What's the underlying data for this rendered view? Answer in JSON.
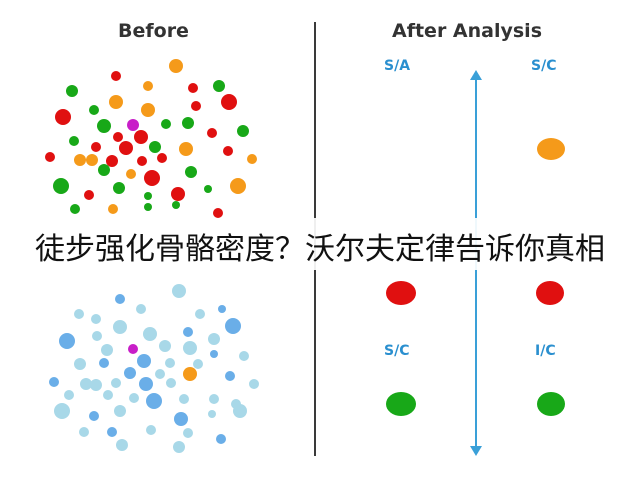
{
  "headings": {
    "before": "Before",
    "after": "After Analysis"
  },
  "quadrants": {
    "top_left_label": "S/A",
    "top_right_label": "S/C",
    "bottom_left_label": "S/C",
    "bottom_right_label": "I/C"
  },
  "overlay_caption": "徒步强化骨骼密度？沃尔夫定律告诉你真相",
  "colors": {
    "red": "#e01010",
    "green": "#18a818",
    "orange": "#f59a1a",
    "magenta": "#c81ec8",
    "light_blue": "#a8d8e8",
    "mid_blue": "#6aaee8",
    "axis_blue": "#3aa0d8"
  },
  "markers": {
    "top_right": "orange",
    "middle_left": "red",
    "middle_right": "red",
    "bottom_left": "green",
    "bottom_right": "green"
  }
}
